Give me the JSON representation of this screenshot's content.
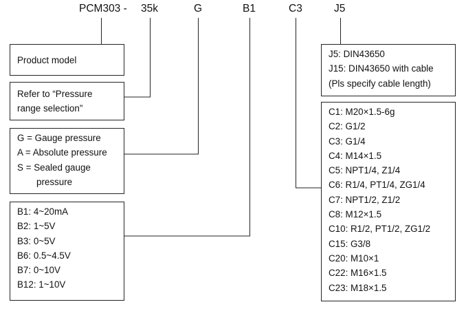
{
  "model_code": {
    "base": "PCM303 -",
    "range": "35k",
    "pressure_type": "G",
    "output": "B1",
    "connection": "C3",
    "electrical": "J5"
  },
  "boxes": {
    "product_model": [
      "Product model"
    ],
    "pressure_range": [
      "Refer to “Pressure",
      "range selection”"
    ],
    "pressure_type": [
      "G = Gauge pressure",
      "A = Absolute pressure",
      "S = Sealed gauge",
      "pressure"
    ],
    "output": [
      "B1: 4~20mA",
      "B2: 1~5V",
      "B3: 0~5V",
      "B6: 0.5~4.5V",
      "B7: 0~10V",
      "B12: 1~10V"
    ],
    "electrical": [
      "J5: DIN43650",
      "J15: DIN43650 with cable",
      "(Pls specify cable length)"
    ],
    "connection": [
      "C1: M20×1.5-6g",
      "C2: G1/2",
      "C3: G1/4",
      "C4: M14×1.5",
      "C5: NPT1/4, Z1/4",
      "C6: R1/4, PT1/4, ZG1/4",
      "C7: NPT1/2, Z1/2",
      "C8: M12×1.5",
      "C10: R1/2, PT1/2, ZG1/2",
      "C15: G3/8",
      "C20: M10×1",
      "C22: M16×1.5",
      "C23: M18×1.5"
    ]
  }
}
